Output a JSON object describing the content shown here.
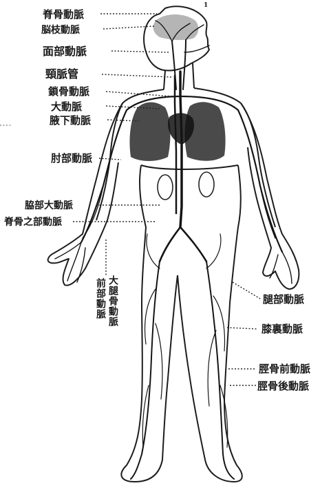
{
  "figure": {
    "labels_left": [
      "脊骨動脈",
      "脳枝動脈",
      "面部動脈",
      "頸脈管",
      "鎖骨動脈",
      "大動脈",
      "腋下動脈",
      "肘部動脈",
      "脇部大動脈",
      "脊骨之部動脈"
    ],
    "labels_center_vertical": [
      "大腿骨動脈",
      "前部動脈"
    ],
    "labels_right": [
      "腿部動脈",
      "膝裏動脈",
      "脛骨前動脈",
      "脛骨後動脈"
    ],
    "corner_mark": "1"
  },
  "colors": {
    "ink": "#1a1a1a",
    "paper": "#ffffff"
  }
}
